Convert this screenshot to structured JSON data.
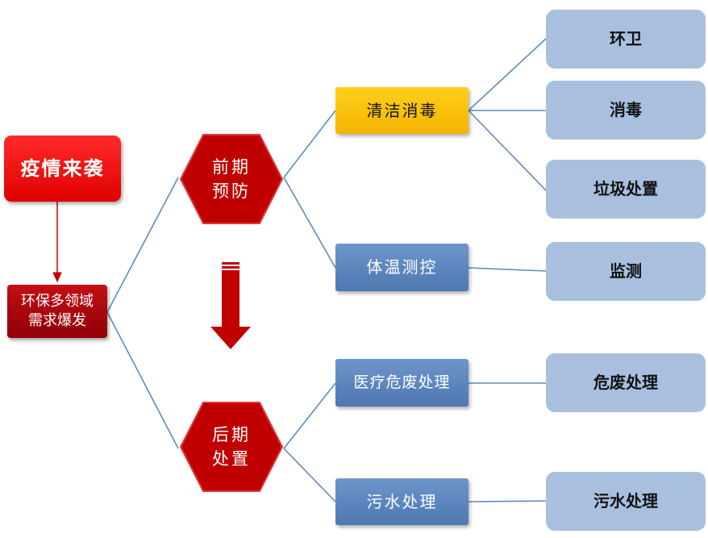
{
  "colors": {
    "connector": "#5b8cbf",
    "arrow_red": "#c00000",
    "hex_fill": "#c00000",
    "hex_stroke": "#e03a3a"
  },
  "root": {
    "label": "疫情来袭"
  },
  "demand": {
    "label_line1": "环保多领域",
    "label_line2": "需求爆发"
  },
  "phase_early": {
    "label_line1": "前期",
    "label_line2": "预防"
  },
  "phase_late": {
    "label_line1": "后期",
    "label_line2": "处置"
  },
  "categories": {
    "clean": {
      "label": "清洁消毒"
    },
    "temp": {
      "label": "体温测控"
    },
    "medwaste": {
      "label": "医疗危废处理"
    },
    "sewage": {
      "label": "污水处理"
    }
  },
  "leaves": {
    "sanitation": {
      "label": "环卫"
    },
    "disinfect": {
      "label": "消毒"
    },
    "garbage": {
      "label": "垃圾处置"
    },
    "monitor": {
      "label": "监测"
    },
    "hazwaste": {
      "label": "危废处理"
    },
    "sewage": {
      "label": "污水处理"
    }
  }
}
